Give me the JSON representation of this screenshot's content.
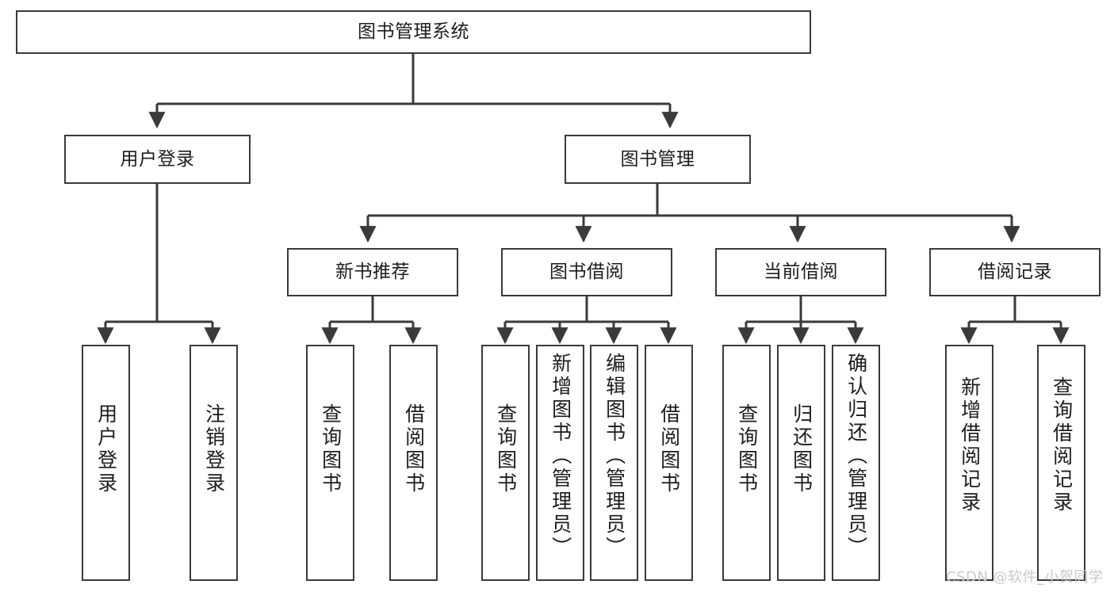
{
  "diagram": {
    "title": "图书管理系统",
    "type": "tree-hierarchy",
    "orientation": "top-down",
    "style": {
      "box_border_color": "#3a3a3a",
      "box_fill_color": "#ffffff",
      "edge_color": "#3a3a3a",
      "text_color": "#1c1c1c",
      "background": "#ffffff"
    }
  },
  "nodes": {
    "root": {
      "label": "图书管理系统",
      "level": 1
    },
    "level2": [
      {
        "label": "用户登录",
        "level": 2
      },
      {
        "label": "图书管理",
        "level": 2
      }
    ],
    "level3": [
      {
        "label": "新书推荐",
        "level": 3
      },
      {
        "label": "图书借阅",
        "level": 3
      },
      {
        "label": "当前借阅",
        "level": 3
      },
      {
        "label": "借阅记录",
        "level": 3
      }
    ],
    "leaves": {
      "user_login": [
        {
          "label": "用户登录"
        },
        {
          "label": "注销登录"
        }
      ],
      "new_book_recommend": [
        {
          "label": "查询图书"
        },
        {
          "label": "借阅图书"
        }
      ],
      "book_borrow": [
        {
          "label": "查询图书"
        },
        {
          "label": "新增图书（管理员）"
        },
        {
          "label": "编辑图书（管理员）"
        },
        {
          "label": "借阅图书"
        }
      ],
      "current_borrow": [
        {
          "label": "查询图书"
        },
        {
          "label": "归还图书"
        },
        {
          "label": "确认归还（管理员）"
        }
      ],
      "borrow_records": [
        {
          "label": "新增借阅记录"
        },
        {
          "label": "查询借阅记录"
        }
      ]
    }
  },
  "watermark": {
    "text": "CSDN @软件_小贺同学"
  }
}
